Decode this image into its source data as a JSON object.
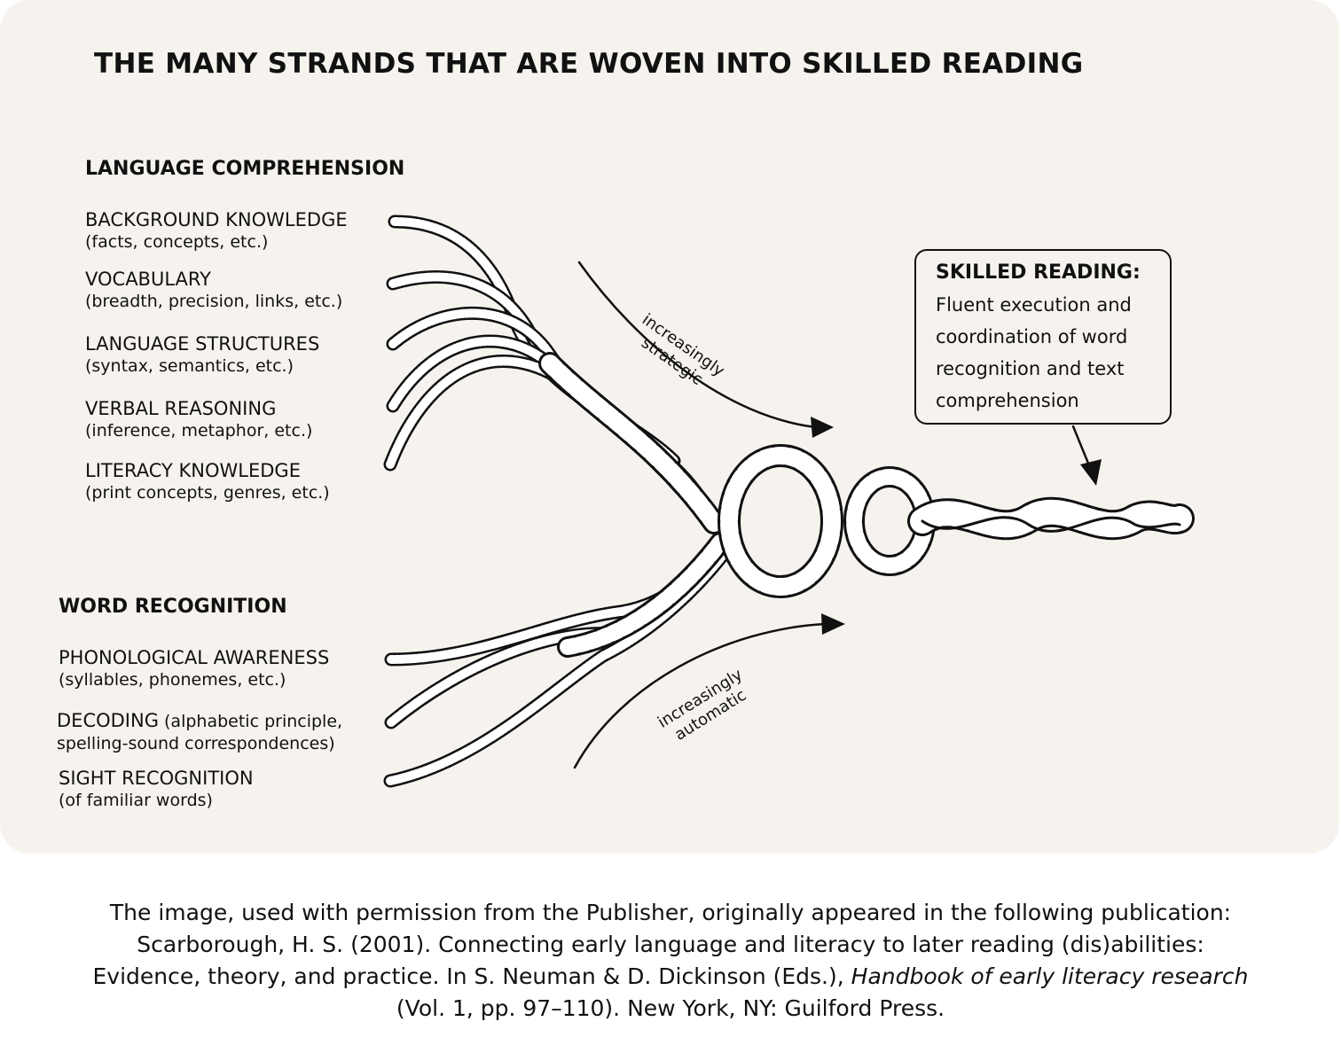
{
  "title": "THE MANY STRANDS THAT ARE WOVEN INTO SKILLED READING",
  "language_comprehension": {
    "heading": "LANGUAGE COMPREHENSION",
    "strands": [
      {
        "name": "BACKGROUND KNOWLEDGE",
        "desc": "(facts, concepts, etc.)"
      },
      {
        "name": "VOCABULARY",
        "desc": "(breadth, precision, links, etc.)"
      },
      {
        "name": "LANGUAGE STRUCTURES",
        "desc": "(syntax, semantics, etc.)"
      },
      {
        "name": "VERBAL REASONING",
        "desc": "(inference, metaphor, etc.)"
      },
      {
        "name": "LITERACY KNOWLEDGE",
        "desc": "(print concepts, genres, etc.)"
      }
    ],
    "arrow_label_1": "increasingly",
    "arrow_label_2": "strategic"
  },
  "word_recognition": {
    "heading": "WORD RECOGNITION",
    "strands": [
      {
        "name": "PHONOLOGICAL AWARENESS",
        "desc": "(syllables, phonemes, etc.)"
      },
      {
        "name": "DECODING",
        "desc": " (alphabetic principle,",
        "desc2": "spelling-sound correspondences)"
      },
      {
        "name": "SIGHT RECOGNITION",
        "desc": "(of familiar words)"
      }
    ],
    "arrow_label_1": "increasingly",
    "arrow_label_2": "automatic"
  },
  "skilled_reading": {
    "heading": "SKILLED READING:",
    "lines": [
      "Fluent execution and",
      "coordination of word",
      "recognition and text",
      "comprehension"
    ]
  },
  "caption": {
    "line1": "The image, used with permission from the Publisher, originally appeared in the following publication:",
    "line2": "Scarborough, H. S. (2001). Connecting early language and literacy to later reading (dis)abilities:",
    "line3a": "Evidence, theory, and practice. In S. Neuman & D. Dickinson (Eds.), ",
    "line3b": "Handbook of early literacy research",
    "line4": "(Vol. 1, pp. 97–110). New York, NY: Guilford Press."
  }
}
